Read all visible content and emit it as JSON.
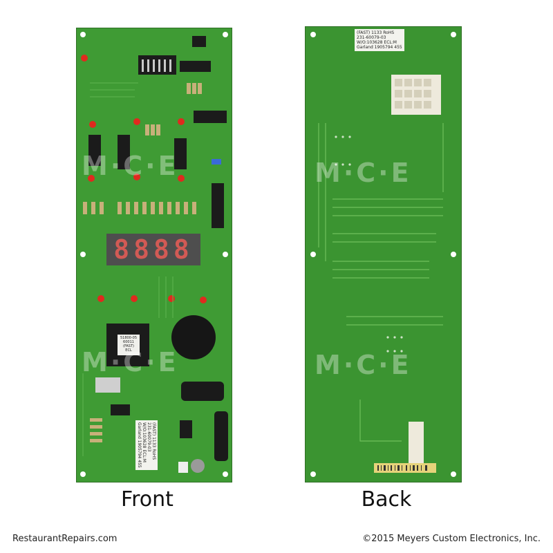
{
  "captions": {
    "front": "Front",
    "back": "Back"
  },
  "footer": {
    "left": "RestaurantRepairs.com",
    "right": "©2015 Meyers Custom Electronics, Inc."
  },
  "watermark": {
    "text": "M·C·E"
  },
  "front_board": {
    "display": "8888",
    "chip_label_lines": [
      "51800-05",
      "60011",
      "(FAST)",
      "ECL"
    ],
    "sticker_lines": [
      "(FAST) 1133 RoHS",
      "231-60079-03",
      "W/O:103628 ECL:M",
      "Garland 1905794 455"
    ]
  },
  "back_board": {
    "sticker_lines": [
      "(FAST) 1133 RoHS",
      "231-60079-03",
      "W/O:103628 ECL:M",
      "Garland 1905794 455"
    ]
  },
  "colors": {
    "pcb_green": "#3f9b34",
    "led_red": "#e02a1e",
    "chip_black": "#1b1b1b",
    "background": "#ffffff"
  }
}
